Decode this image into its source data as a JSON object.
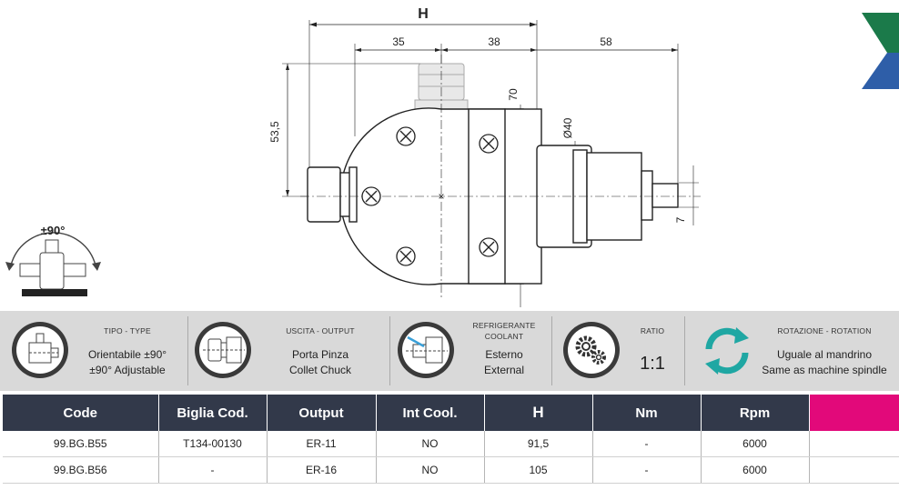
{
  "drawing": {
    "dim_H": "H",
    "dim_35": "35",
    "dim_38": "38",
    "dim_58": "58",
    "dim_70": "70",
    "dim_53_5": "53,5",
    "dim_d40": "Ø40",
    "dim_7": "7",
    "rotation_label": "±90°"
  },
  "brand_colors": {
    "green": "#1b7a4a",
    "blue": "#2e5ea8",
    "accent": "#e2097a",
    "header": "#32394a"
  },
  "features": [
    {
      "title": "TIPO - TYPE",
      "value_line1": "Orientabile ±90°",
      "value_line2": "±90° Adjustable",
      "icon": "adjustable-head-icon"
    },
    {
      "title": "USCITA - OUTPUT",
      "value_line1": "Porta Pinza",
      "value_line2": "Collet Chuck",
      "icon": "collet-chuck-icon"
    },
    {
      "title_line1": "REFRIGERANTE",
      "title_line2": "COOLANT",
      "value_line1": "Esterno",
      "value_line2": "External",
      "icon": "coolant-icon"
    },
    {
      "title": "RATIO",
      "value": "1:1",
      "icon": "gears-icon"
    },
    {
      "title": "ROTAZIONE - ROTATION",
      "value_line1": "Uguale al mandrino",
      "value_line2": "Same as machine spindle",
      "icon": "rotation-arrows-icon"
    }
  ],
  "table": {
    "headers": [
      "Code",
      "Biglia Cod.",
      "Output",
      "Int Cool.",
      "H",
      "Nm",
      "Rpm",
      ""
    ],
    "rows": [
      [
        "99.BG.B55",
        "T134-00130",
        "ER-11",
        "NO",
        "91,5",
        "-",
        "6000",
        ""
      ],
      [
        "99.BG.B56",
        "-",
        "ER-16",
        "NO",
        "105",
        "-",
        "6000",
        ""
      ]
    ]
  }
}
